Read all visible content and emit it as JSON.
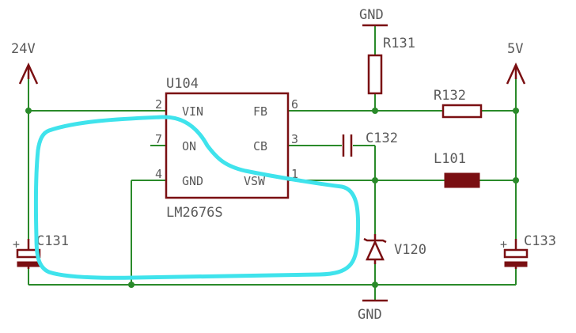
{
  "schematic": {
    "ic": {
      "ref": "U104",
      "part": "LM2676S",
      "pins": [
        {
          "num": "2",
          "name": "VIN"
        },
        {
          "num": "7",
          "name": "ON"
        },
        {
          "num": "4",
          "name": "GND"
        },
        {
          "num": "6",
          "name": "FB"
        },
        {
          "num": "3",
          "name": "CB"
        },
        {
          "num": "1",
          "name": "VSW"
        }
      ]
    },
    "rails": {
      "vin": "24V",
      "vout": "5V",
      "gnd_top": "GND",
      "gnd_bottom": "GND"
    },
    "components": {
      "r131": "R131",
      "r132": "R132",
      "c132": "C132",
      "l101": "L101",
      "v120": "V120",
      "c131": "C131",
      "c133": "C133",
      "c131_polarity": "+",
      "c133_polarity": "+"
    },
    "colors": {
      "wire": "#2a8a2a",
      "part": "#7a0f12",
      "text": "#5a5a5a",
      "highlight_loop": "#3fe3ec"
    }
  }
}
